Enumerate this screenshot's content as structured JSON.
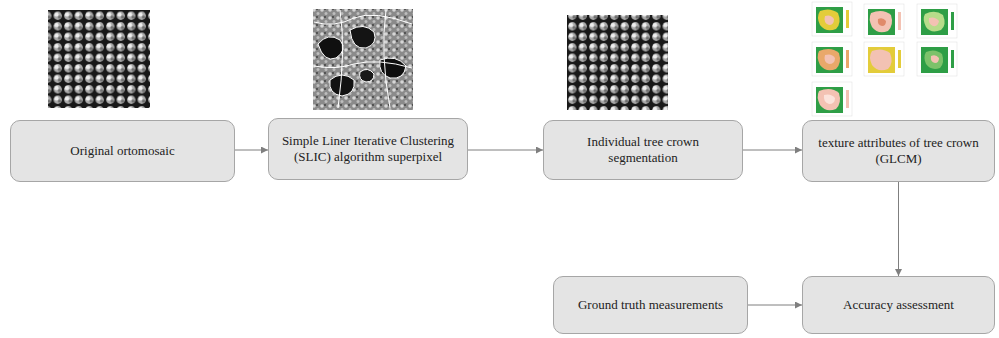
{
  "diagram": {
    "nodes": [
      {
        "text": [
          "Original ortomosaic"
        ]
      },
      {
        "text": [
          "Simple Liner Iterative Clustering (SLIC) algorithm superpixel"
        ]
      },
      {
        "text": [
          "Individual tree crown segmentation"
        ]
      },
      {
        "text": [
          "texture attributes of tree crown (GLCM)"
        ]
      },
      {
        "text": [
          "Ground truth measurements"
        ]
      },
      {
        "text": [
          "Accuracy assessment"
        ]
      }
    ],
    "edges": [
      {
        "from": 0,
        "to": 1,
        "arrow": "to"
      },
      {
        "from": 1,
        "to": 2,
        "arrow": "to"
      },
      {
        "from": 2,
        "to": 3,
        "arrow": "to"
      },
      {
        "from": 3,
        "to": 5,
        "arrow": "to"
      },
      {
        "from": 4,
        "to": 5,
        "arrow": "to"
      }
    ]
  }
}
